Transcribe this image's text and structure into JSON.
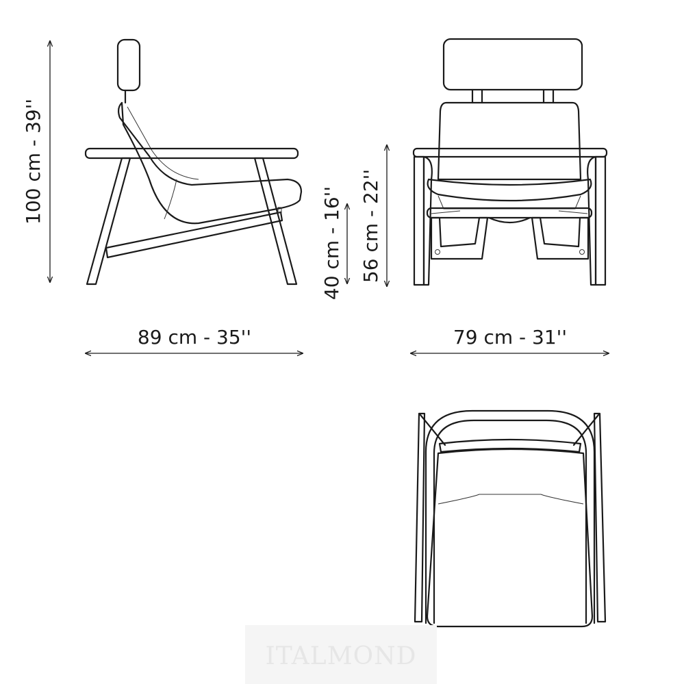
{
  "dimensions": {
    "height": "100 cm - 39''",
    "depth": "89 cm - 35''",
    "width": "79 cm - 31''",
    "seat_height": "40 cm - 16''",
    "arm_height": "56 cm - 22''"
  },
  "watermark": {
    "text": "ITALMOND"
  },
  "colors": {
    "line": "#1a1a1a",
    "watermark_box": "#f5f5f5",
    "watermark_text": "#e6e6e6"
  }
}
